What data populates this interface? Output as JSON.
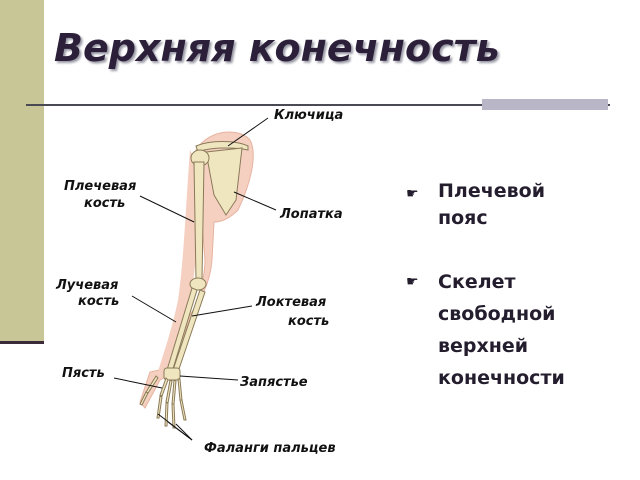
{
  "title": "Верхняя конечность",
  "diagram": {
    "labels": {
      "clavicle": "Ключица",
      "humerus_1": "Плечевая",
      "humerus_2": "кость",
      "scapula": "Лопатка",
      "radius_1": "Лучевая",
      "radius_2": "кость",
      "ulna_1": "Локтевая",
      "ulna_2": "кость",
      "metacarpus": "Пясть",
      "wrist": "Запястье",
      "phalanges": "Фаланги пальцев"
    }
  },
  "bullets": {
    "icon": "pointing-hand-icon",
    "item1": {
      "line1": "Плечевой",
      "line2": "пояс"
    },
    "item2": {
      "line1": "Скелет",
      "line2": "свободной",
      "line3": "верхней",
      "line4": "конечности"
    }
  },
  "colors": {
    "sidebar": "#c8c697",
    "title": "#2b1f3a",
    "bone": "#efe6c0",
    "skin": "#f5cfc0"
  }
}
